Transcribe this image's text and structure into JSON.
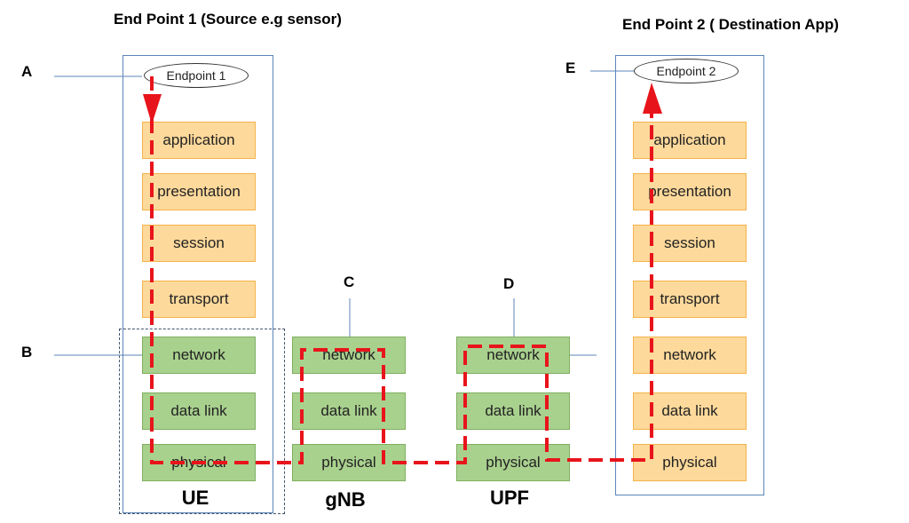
{
  "titles": {
    "endpoint1": "End Point 1 (Source e.g sensor)",
    "endpoint2": "End Point 2 ( Destination App)"
  },
  "letters": {
    "a": "A",
    "b": "B",
    "c": "C",
    "d": "D",
    "e": "E"
  },
  "endpoint_ovals": {
    "ep1": "Endpoint 1",
    "ep2": "Endpoint 2"
  },
  "node_labels": {
    "ue": "UE",
    "gnb": "gNB",
    "upf": "UPF"
  },
  "stacks": {
    "ue": [
      "application",
      "presentation",
      "session",
      "transport",
      "network",
      "data link",
      "physical"
    ],
    "gnb": [
      "network",
      "data link",
      "physical"
    ],
    "upf": [
      "network",
      "data link",
      "physical"
    ],
    "dest": [
      "application",
      "presentation",
      "session",
      "transport",
      "network",
      "data link",
      "physical"
    ]
  },
  "colors": {
    "orange_fill": "#fdd99b",
    "green_fill": "#a9d18e",
    "path_red": "#e8141b",
    "frame_blue": "#5b86b8"
  }
}
